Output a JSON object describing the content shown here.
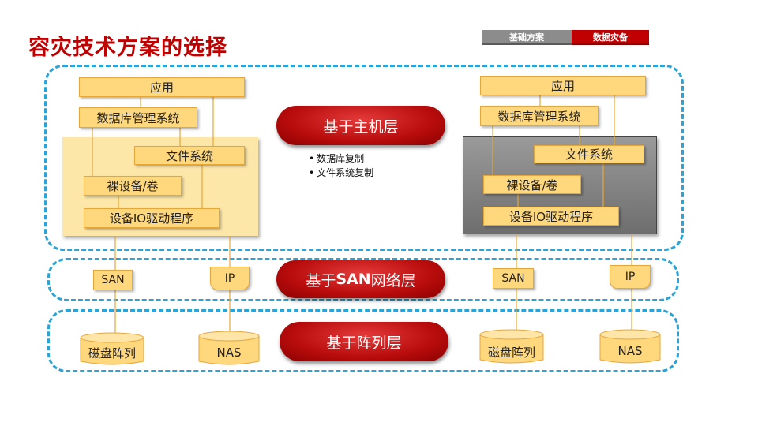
{
  "header": {
    "title": "容灾技术方案的选择",
    "tabs": [
      "基础方案",
      "数据灾备"
    ]
  },
  "left_host": {
    "app": "应用",
    "db": "数据库管理系统",
    "fs": "文件系统",
    "raw": "裸设备/卷",
    "driver": "设备IO驱动程序"
  },
  "right_host": {
    "app": "应用",
    "db": "数据库管理系统",
    "fs": "文件系统",
    "raw": "裸设备/卷",
    "driver": "设备IO驱动程序"
  },
  "layers": {
    "host_prefix": "基于主机层",
    "san_prefix": "基于",
    "san_word": "SAN",
    "san_suffix": "网络层",
    "array": "基于阵列层"
  },
  "host_bullets": [
    "数据库复制",
    "文件系统复制"
  ],
  "network": {
    "left_san": "SAN",
    "left_ip": "IP",
    "right_san": "SAN",
    "right_ip": "IP"
  },
  "storage": {
    "left_array": "磁盘阵列",
    "left_nas": "NAS",
    "right_array": "磁盘阵列",
    "right_nas": "NAS"
  },
  "colors": {
    "accent_red": "#c00000",
    "dashed_blue": "#2ba3d6",
    "box_fill": "#ffd77d",
    "tab_gray": "#8c8c8c"
  }
}
